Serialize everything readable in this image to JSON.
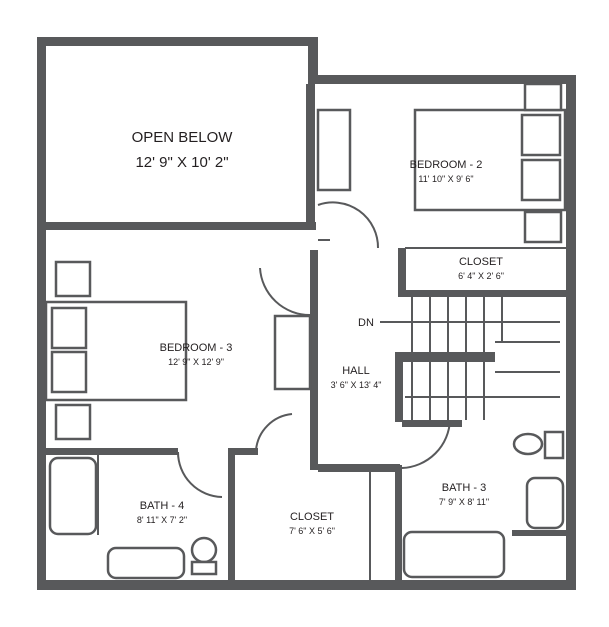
{
  "rooms": {
    "open_below": {
      "name": "OPEN BELOW",
      "size": "12' 9\" X 10' 2\""
    },
    "bedroom2": {
      "name": "BEDROOM - 2",
      "size": "11' 10\" X 9' 6\""
    },
    "closet_upper": {
      "name": "CLOSET",
      "size": "6' 4\" X 2' 6\""
    },
    "bedroom3": {
      "name": "BEDROOM - 3",
      "size": "12' 9\" X 12' 9\""
    },
    "hall": {
      "name": "HALL",
      "size": "3' 6\" X 13' 4\""
    },
    "stairs": {
      "label": "DN"
    },
    "bath4": {
      "name": "BATH - 4",
      "size": "8' 11\" X 7' 2\""
    },
    "closet_lower": {
      "name": "CLOSET",
      "size": "7' 6\" X 5' 6\""
    },
    "bath3": {
      "name": "BATH - 3",
      "size": "7' 9\" X 8' 11\""
    }
  },
  "colors": {
    "wall": "#58595b",
    "text": "#231f20"
  }
}
